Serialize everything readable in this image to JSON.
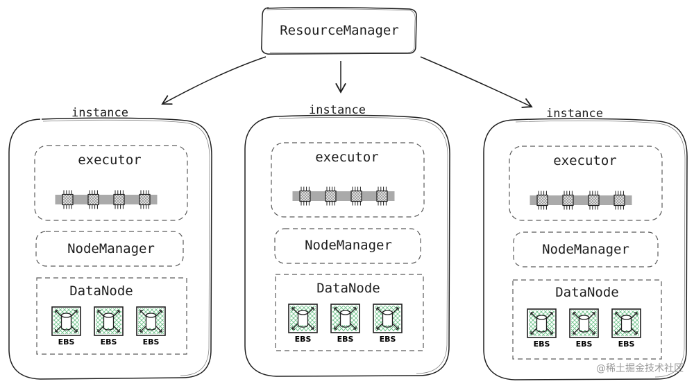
{
  "resource_manager": {
    "label": "ResourceManager"
  },
  "instances": [
    {
      "label": "instance",
      "executor": {
        "label": "executor",
        "chips": 4
      },
      "node_manager": {
        "label": "NodeManager"
      },
      "data_node": {
        "label": "DataNode",
        "disks": [
          "EBS",
          "EBS",
          "EBS"
        ]
      }
    },
    {
      "label": "instance",
      "executor": {
        "label": "executor",
        "chips": 4
      },
      "node_manager": {
        "label": "NodeManager"
      },
      "data_node": {
        "label": "DataNode",
        "disks": [
          "EBS",
          "EBS",
          "EBS"
        ]
      }
    },
    {
      "label": "instance",
      "executor": {
        "label": "executor",
        "chips": 4
      },
      "node_manager": {
        "label": "NodeManager"
      },
      "data_node": {
        "label": "DataNode",
        "disks": [
          "EBS",
          "EBS",
          "EBS"
        ]
      }
    }
  ],
  "watermark": "@稀土掘金技术社区",
  "colors": {
    "stroke": "#1e1e1e",
    "dashed_stroke": "#5a5a5a",
    "disk_hatch": "#6fc28a",
    "chip_fill": "#cfcfcf"
  },
  "icons": {
    "cpu": "cpu-chip-icon",
    "disk": "database-disk-icon"
  }
}
